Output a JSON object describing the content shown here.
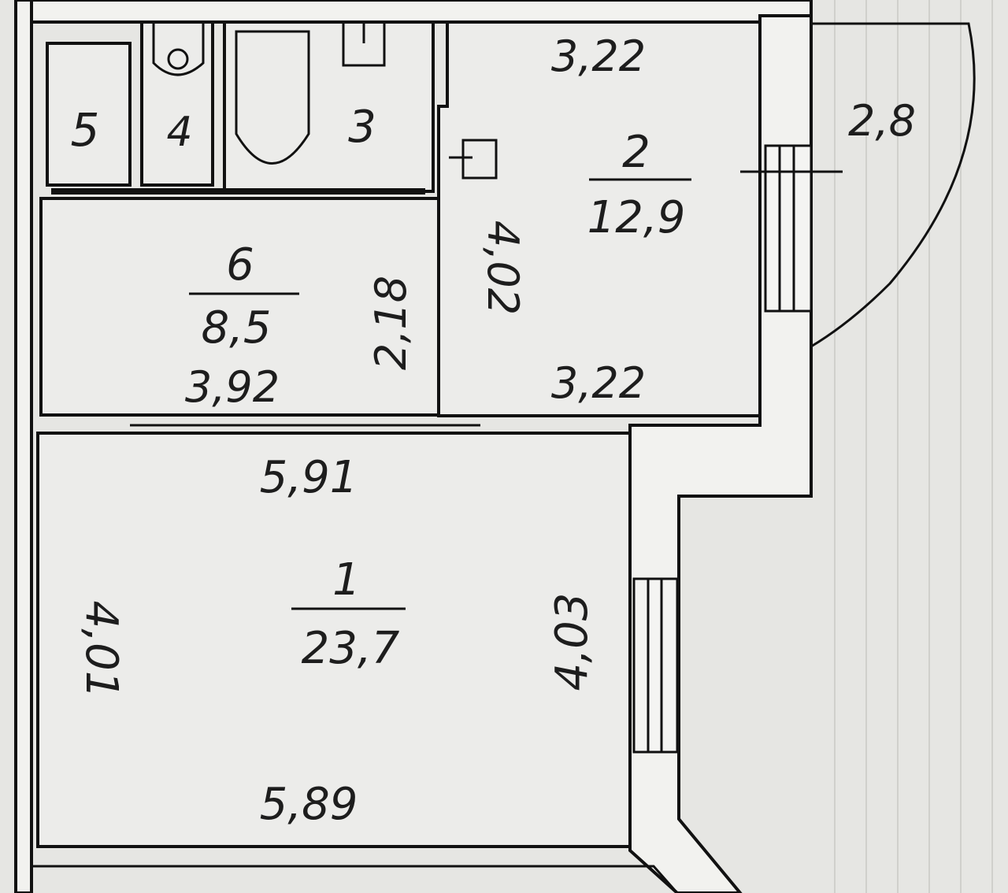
{
  "colors": {
    "background": "#e6e6e3",
    "line": "#111111",
    "room_fill": "#ececea",
    "wall_fill": "#f2f2ef"
  },
  "rooms": {
    "r1": {
      "number": "1",
      "area": "23,7",
      "width_top": "5,91",
      "width_bottom": "5,89",
      "height_left": "4,01",
      "height_right": "4,03"
    },
    "r2": {
      "number": "2",
      "area": "12,9",
      "width_top": "3,22",
      "width_bottom": "3,22",
      "height": "4,02"
    },
    "r3": {
      "number": "3"
    },
    "r4": {
      "number": "4"
    },
    "r5": {
      "number": "5"
    },
    "r6": {
      "number": "6",
      "area": "8,5",
      "width": "3,92",
      "height": "2,18"
    },
    "balcony": {
      "length": "2,8"
    }
  }
}
